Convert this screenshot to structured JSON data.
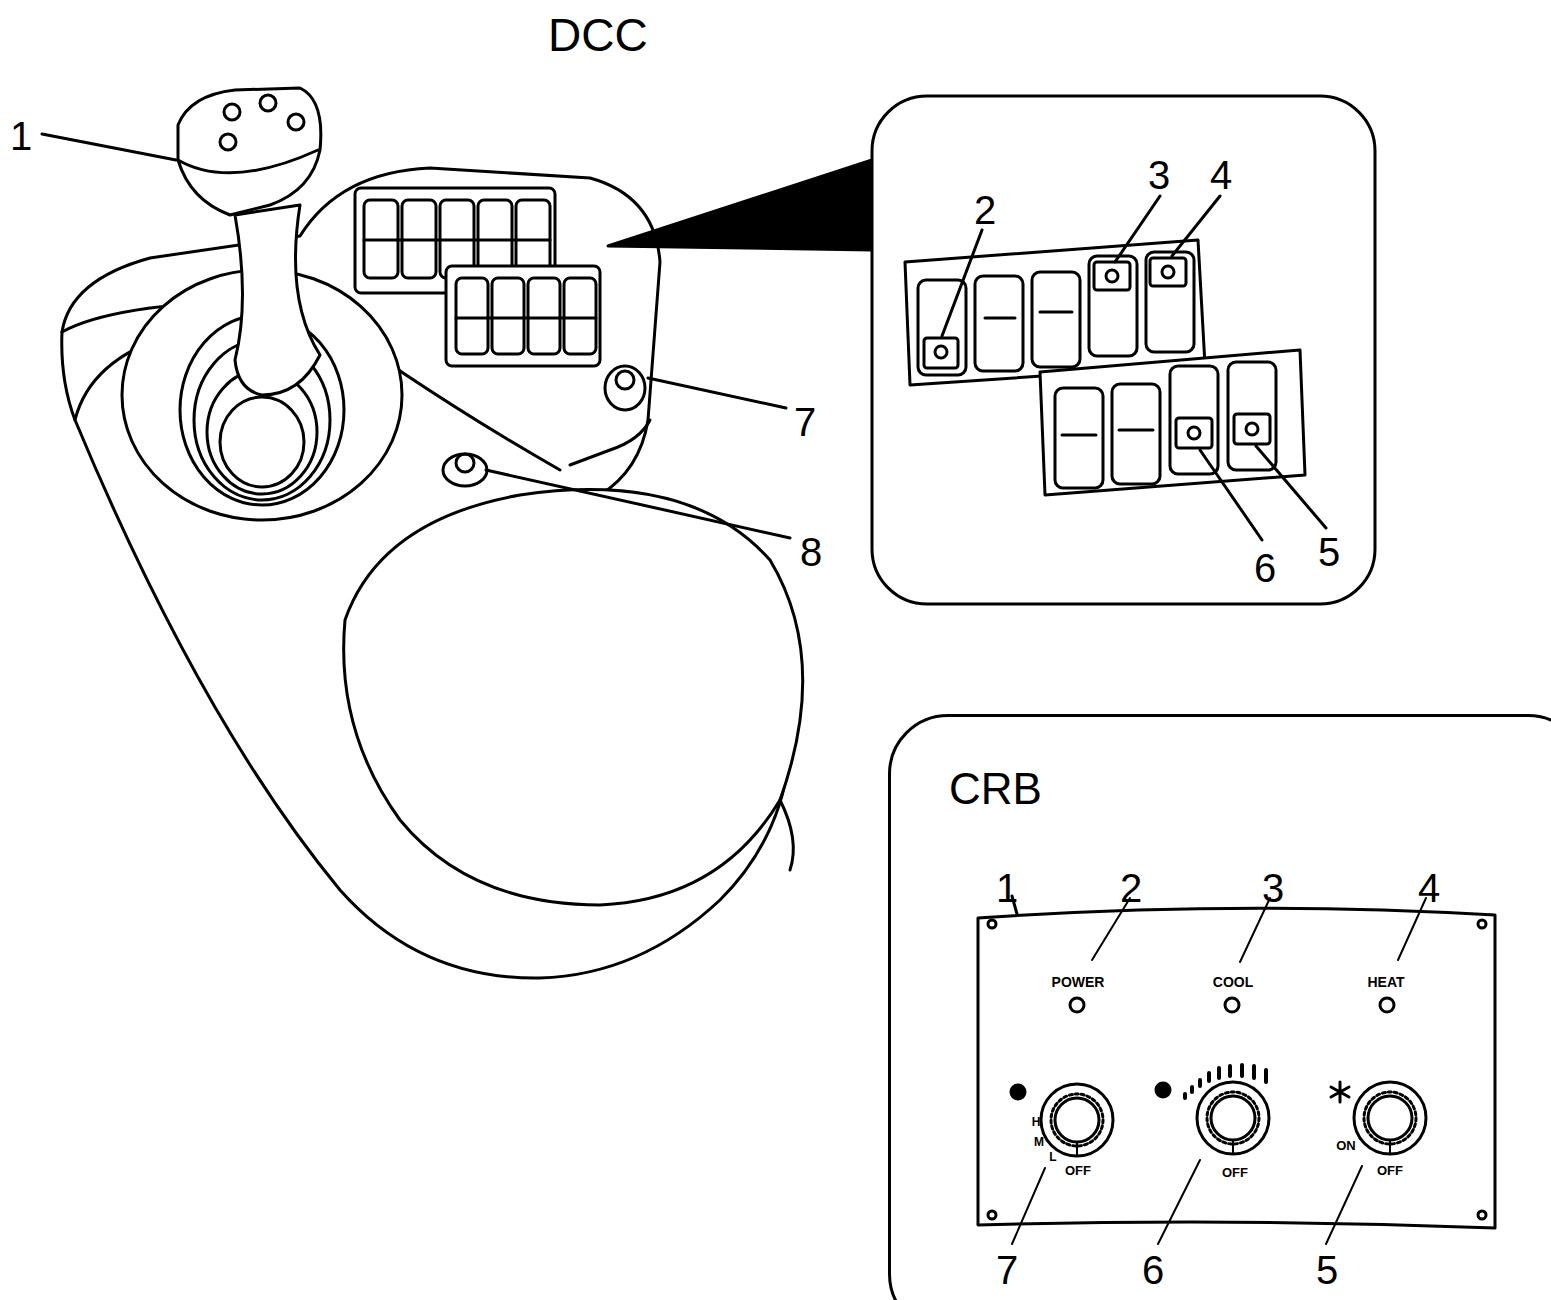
{
  "diagram": {
    "nodes": [
      {
        "text": [
          "CRB"
        ]
      }
    ],
    "labels": [
      "DCC",
      "1",
      "2",
      "3",
      "4",
      "7",
      "8",
      "6",
      "5",
      "1",
      "2",
      "3",
      "4",
      "7",
      "6",
      "5",
      "POWER",
      "COOL",
      "HEAT",
      "H",
      "M",
      "L",
      "OFF",
      "OFF",
      "ON",
      "OFF"
    ]
  }
}
